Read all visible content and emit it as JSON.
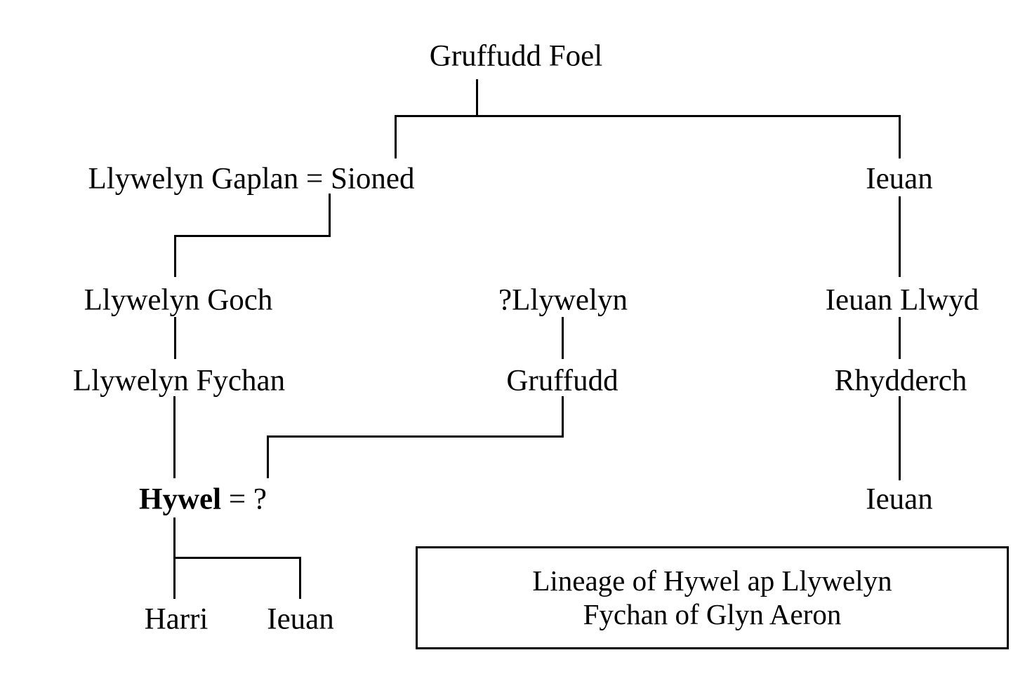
{
  "diagram": {
    "title_text": "Gruffudd Foel",
    "caption": "Lineage of Hywel ap Llywelyn\nFychan of Glyn Aeron",
    "nodes": {
      "root": "Gruffudd Foel",
      "llywelyn_gaplan_sioned_left": "Llywelyn Gaplan",
      "marriage_symbol_1": "=",
      "sioned": "Sioned",
      "ieuan_right_gen2": "Ieuan",
      "llywelyn_goch": "Llywelyn Goch",
      "q_llywelyn": "?Llywelyn",
      "ieuan_llwyd": "Ieuan Llwyd",
      "llywelyn_fychan": "Llywelyn Fychan",
      "gruffudd_gen4": "Gruffudd",
      "rhydderch": "Rhydderch",
      "hywel": "Hywel",
      "marriage_symbol_2": "=",
      "unknown_spouse": "?",
      "ieuan_right_gen5": "Ieuan",
      "harri": "Harri",
      "ieuan_child": "Ieuan"
    },
    "colors": {
      "line": "#000000",
      "text": "#000000",
      "background": "#ffffff",
      "caption_border": "#000000"
    }
  }
}
